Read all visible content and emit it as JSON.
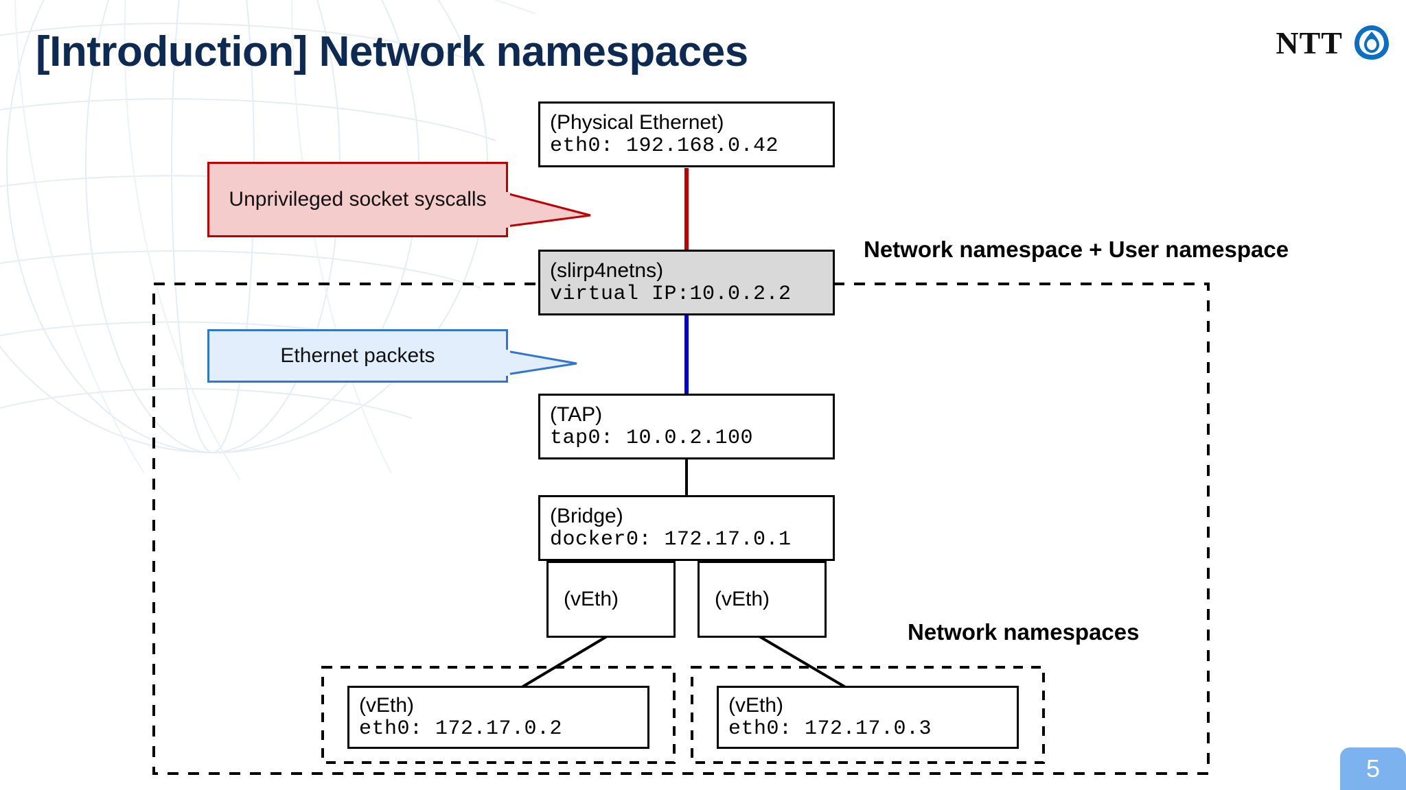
{
  "slide": {
    "title": "[Introduction] Network namespaces",
    "page_number": "5",
    "colors": {
      "title": "#0d2a52",
      "shaded_node_fill": "#d9d9d9",
      "red_callout_fill": "#f4cccc",
      "red_callout_border": "#c00000",
      "blue_callout_fill": "#e2eefc",
      "blue_callout_border": "#2e75d4",
      "red_link": "#c00000",
      "blue_link": "#0000dd",
      "page_badge": "#7cb3ef"
    }
  },
  "logo": {
    "text": "NTT",
    "mark": "ntt-swirl-icon"
  },
  "nodes": {
    "eth0": {
      "line1": "(Physical Ethernet)",
      "line2": "eth0: 192.168.0.42"
    },
    "slirp4netns": {
      "line1": "(slirp4netns)",
      "line2": "virtual IP:10.0.2.2"
    },
    "tap": {
      "line1": "(TAP)",
      "line2": "tap0: 10.0.2.100"
    },
    "bridge": {
      "line1": "(Bridge)",
      "line2": "docker0: 172.17.0.1"
    },
    "veth_left": {
      "line1": "(vEth)"
    },
    "veth_right": {
      "line1": "(vEth)"
    },
    "container_left": {
      "line1": "(vEth)",
      "line2": "eth0: 172.17.0.2"
    },
    "container_right": {
      "line1": "(vEth)",
      "line2": "eth0: 172.17.0.3"
    }
  },
  "callouts": {
    "unprivileged": {
      "text": "Unprivileged socket syscalls"
    },
    "ethernet": {
      "text": "Ethernet packets"
    }
  },
  "labels": {
    "outer_namespace": "Network namespace + User namespace",
    "inner_namespaces": "Network namespaces"
  }
}
